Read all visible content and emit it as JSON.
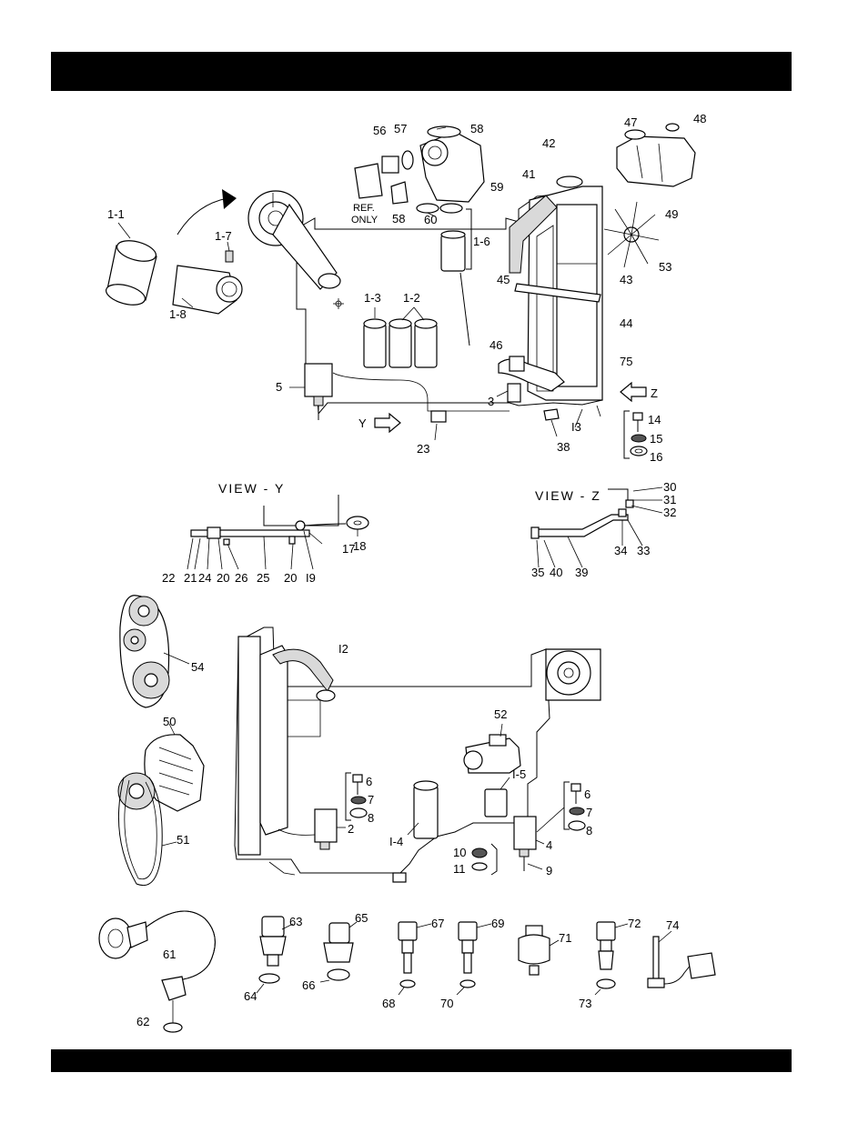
{
  "header": {
    "text": ""
  },
  "footer": {
    "text": ""
  },
  "views": {
    "view_y": "VIEW - Y",
    "view_z": "VIEW - Z",
    "ref_only_1": "REF.",
    "ref_only_2": "ONLY",
    "arrow_y": "Y",
    "arrow_z": "Z"
  },
  "callouts": {
    "c1_1": "1-1",
    "c1_2": "1-2",
    "c1_3": "1-3",
    "c1_4": "I-4",
    "c1_5": "I-5",
    "c1_6": "1-6",
    "c1_7": "1-7",
    "c1_8": "1-8",
    "c2": "2",
    "c3": "3",
    "c4": "4",
    "c5": "5",
    "c6a": "6",
    "c6b": "6",
    "c7a": "7",
    "c7b": "7",
    "c8a": "8",
    "c8b": "8",
    "c9": "9",
    "c10": "10",
    "c11": "11",
    "c12": "I2",
    "c13": "I3",
    "c14": "14",
    "c15": "15",
    "c16": "16",
    "c17": "17",
    "c18": "18",
    "c19": "I9",
    "c20a": "20",
    "c20b": "20",
    "c21": "21",
    "c22": "22",
    "c23": "23",
    "c24": "24",
    "c25": "25",
    "c26": "26",
    "c30": "30",
    "c31": "31",
    "c32": "32",
    "c33": "33",
    "c34": "34",
    "c35": "35",
    "c38": "38",
    "c39": "39",
    "c40": "40",
    "c41": "41",
    "c42": "42",
    "c43": "43",
    "c44": "44",
    "c45": "45",
    "c46": "46",
    "c47": "47",
    "c48": "48",
    "c49": "49",
    "c50": "50",
    "c51": "51",
    "c52": "52",
    "c53": "53",
    "c54": "54",
    "c56": "56",
    "c57": "57",
    "c58a": "58",
    "c58b": "58",
    "c59": "59",
    "c60": "60",
    "c61": "61",
    "c62": "62",
    "c63": "63",
    "c64": "64",
    "c65": "65",
    "c66": "66",
    "c67": "67",
    "c68": "68",
    "c69": "69",
    "c70": "70",
    "c71": "71",
    "c72": "72",
    "c73": "73",
    "c74": "74",
    "c75": "75"
  }
}
